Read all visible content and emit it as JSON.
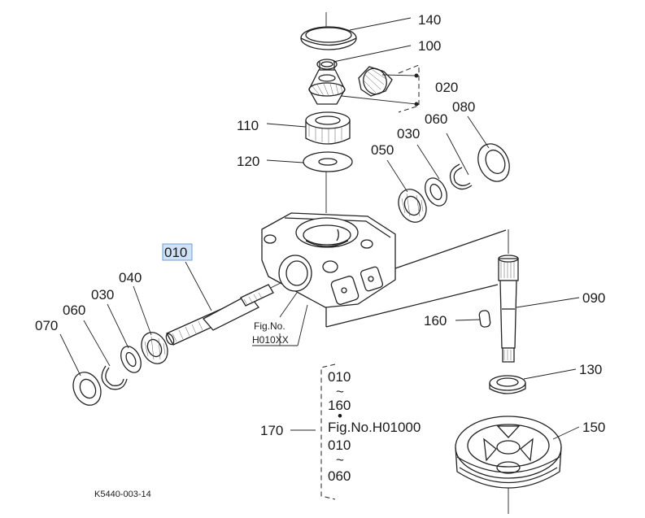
{
  "labels": {
    "p140": "140",
    "p100": "100",
    "p020": "020",
    "p110": "110",
    "p080": "080",
    "p060_top": "060",
    "p030_top": "030",
    "p050": "050",
    "p120": "120",
    "p010": "010",
    "p040": "040",
    "p030_left": "030",
    "p060_left": "060",
    "p070": "070",
    "p090": "090",
    "p160": "160",
    "p130": "130",
    "p150": "150",
    "p170": "170"
  },
  "fig_ref": {
    "line1": "Fig.No.",
    "line2": "H010XX"
  },
  "range_note": {
    "a": "010",
    "tilde1": "~",
    "b": "160",
    "dot": "•",
    "fig": "Fig.No.H01000",
    "c": "010",
    "tilde2": "~",
    "d": "060"
  },
  "drawing_code": "K5440-003-14",
  "highlight_color": "#cfe2f7"
}
